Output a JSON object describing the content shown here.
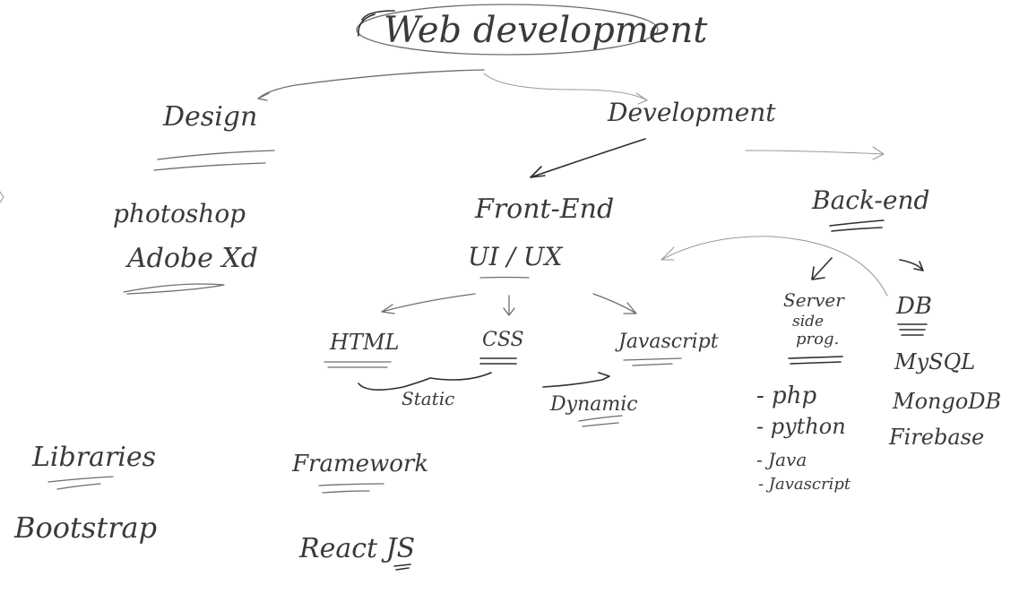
{
  "title": "Web development",
  "branches": {
    "design": {
      "label": "Design",
      "tools": [
        "photoshop",
        "Adobe Xd"
      ]
    },
    "development": {
      "label": "Development",
      "front_end": {
        "label": "Front-End",
        "sub": "UI / UX",
        "techs": [
          "HTML",
          "CSS",
          "Javascript"
        ],
        "static_label": "Static",
        "dynamic_label": "Dynamic"
      },
      "back_end": {
        "label": "Back-end",
        "server": {
          "label_lines": [
            "Server",
            "side",
            "prog."
          ],
          "languages": [
            "- php",
            "- python",
            "- Java",
            "- Javascript"
          ]
        },
        "db": {
          "label": "DB",
          "items": [
            "MySQL",
            "MongoDB",
            "Firebase"
          ]
        }
      }
    }
  },
  "libraries": {
    "label": "Libraries",
    "item": "Bootstrap"
  },
  "framework": {
    "label": "Framework",
    "item": "React JS"
  }
}
